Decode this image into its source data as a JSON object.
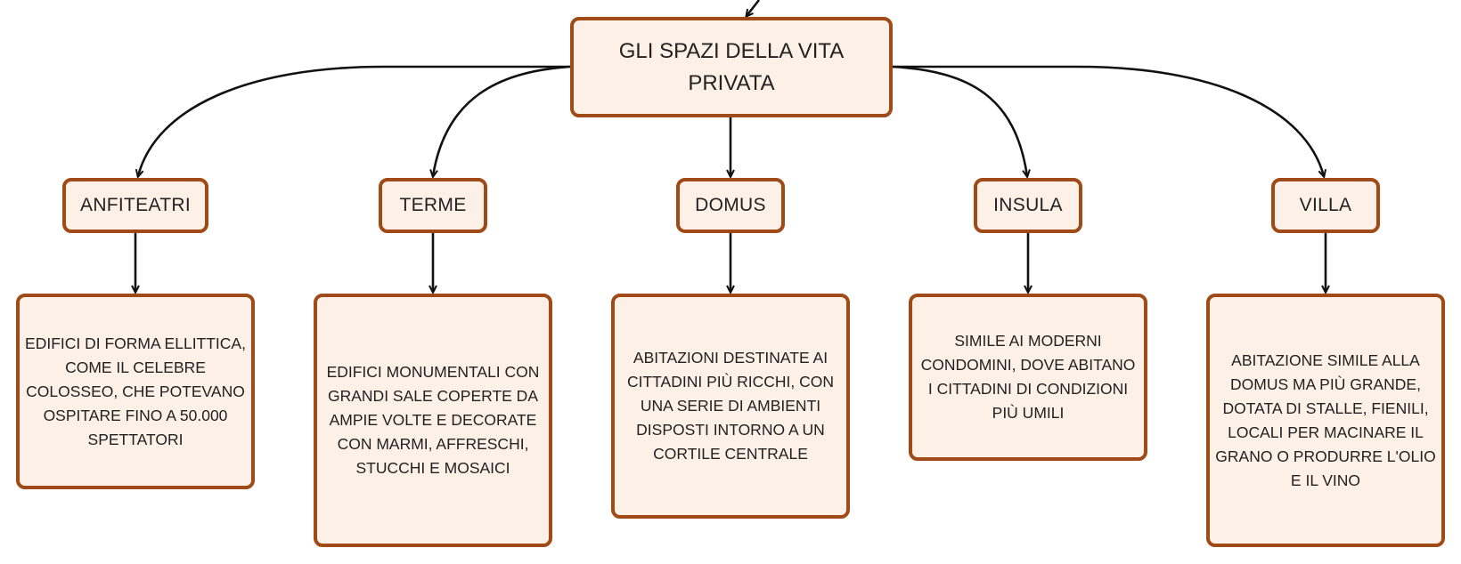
{
  "diagram": {
    "root": {
      "label": "GLI SPAZI DELLA VITA PRIVATA"
    },
    "categories": [
      {
        "label": "ANFITEATRI",
        "description": "EDIFICI DI FORMA ELLITTICA, COME IL CELEBRE COLOSSEO, CHE POTEVANO OSPITARE FINO A 50.000 SPETTATORI"
      },
      {
        "label": "TERME",
        "description": "EDIFICI MONUMENTALI CON GRANDI SALE COPERTE DA AMPIE VOLTE E DECORATE CON MARMI, AFFRESCHI, STUCCHI E MOSAICI"
      },
      {
        "label": "DOMUS",
        "description": "ABITAZIONI DESTINATE AI CITTADINI PIÙ RICCHI, CON UNA SERIE DI AMBIENTI DISPOSTI INTORNO A UN CORTILE CENTRALE"
      },
      {
        "label": "INSULA",
        "description": "SIMILE AI MODERNI CONDOMINI, DOVE ABITANO I CITTADINI DI CONDIZIONI PIÙ UMILI"
      },
      {
        "label": "VILLA",
        "description": "ABITAZIONE SIMILE ALLA DOMUS MA PIÙ GRANDE, DOTATA DI STALLE, FIENILI, LOCALI PER MACINARE IL GRANO O PRODURRE L'OLIO E IL VINO"
      }
    ],
    "colors": {
      "node_border": "#a04a17",
      "node_fill": "#fdf0e7",
      "connector": "#111111",
      "text": "#222222"
    }
  }
}
